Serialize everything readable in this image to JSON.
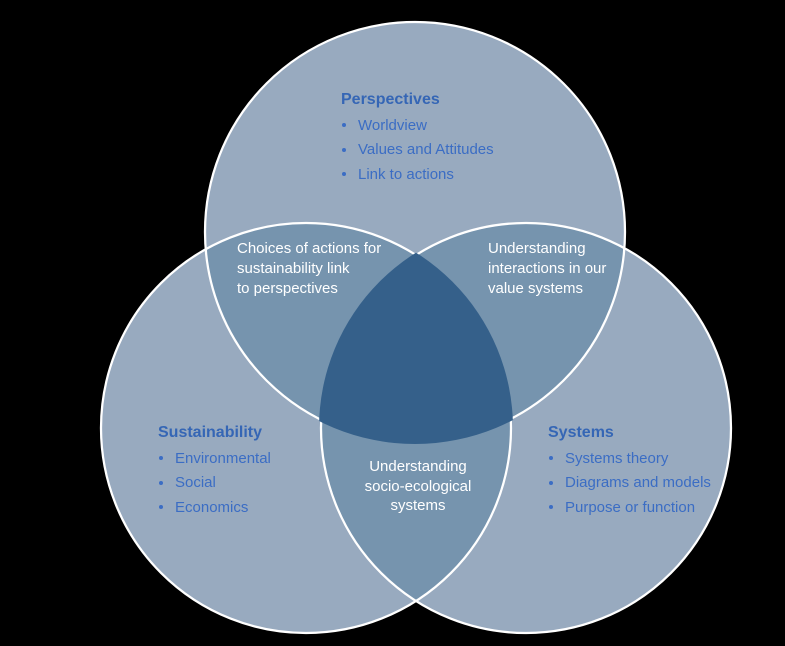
{
  "background": "#000000",
  "venn": {
    "colors": {
      "region_single": "#98AABF",
      "region_double": "#7694AE",
      "region_triple": "#35608A",
      "circle_outline": "#FFFFFF",
      "heading_text": "#3566B5",
      "item_text": "#3B6DC4",
      "overlap_text": "#FFFFFF"
    },
    "circles": [
      {
        "label": "Perspectives",
        "items": [
          "Worldview",
          "Values and Attitudes",
          "Link to actions"
        ]
      },
      {
        "label": "Sustainability",
        "items": [
          "Environmental",
          "Social",
          "Economics"
        ]
      },
      {
        "label": "Systems",
        "items": [
          "Systems theory",
          "Diagrams and models",
          "Purpose or function"
        ]
      }
    ],
    "overlaps": [
      {
        "name": "perspectives-sustainability",
        "lines": [
          "Choices of actions for",
          "sustainability link",
          "to perspectives"
        ]
      },
      {
        "name": "perspectives-systems",
        "lines": [
          "Understanding",
          "interactions in our",
          "value systems"
        ]
      },
      {
        "name": "sustainability-systems",
        "lines": [
          "Understanding",
          "socio-ecological",
          "systems"
        ]
      }
    ]
  }
}
